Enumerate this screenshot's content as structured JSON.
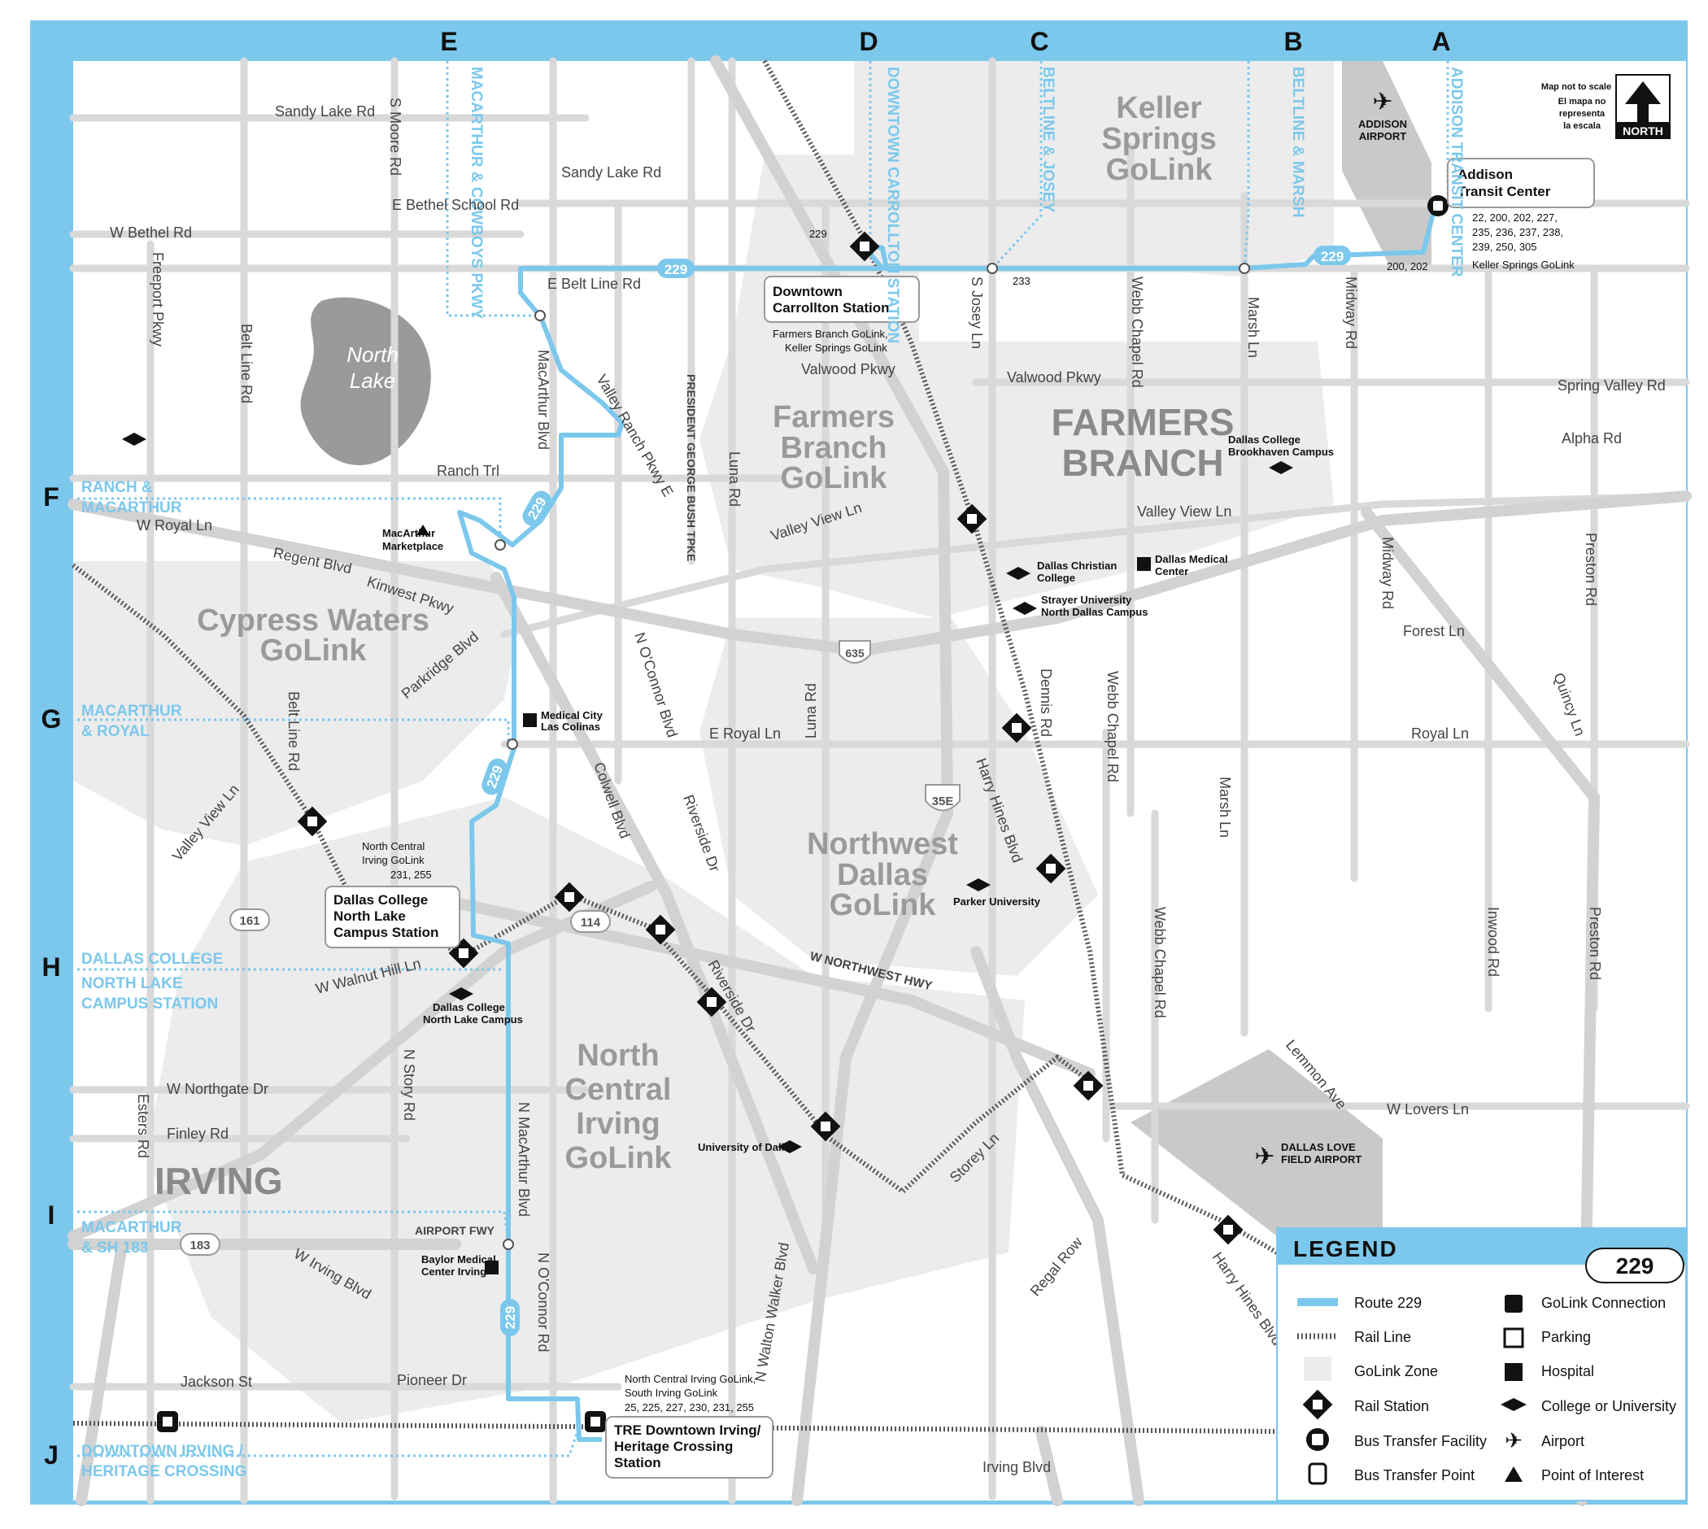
{
  "route": "229",
  "colors": {
    "route": "#7cc8ec",
    "frame": "#7cc8ec",
    "road": "#d9d9d9",
    "zone": "#ececec",
    "rail": "#555555",
    "water": "#999999"
  },
  "columns": [
    "E",
    "D",
    "C",
    "B",
    "A"
  ],
  "rows": [
    "F",
    "G",
    "H",
    "I",
    "J"
  ],
  "scale_note": [
    "Map not to scale",
    "El mapa no",
    "representa",
    "la escala"
  ],
  "north_label": "NORTH",
  "timepoints": {
    "e_top": "MACARTHUR & COWBOYS PKWY",
    "d_top": "DOWNTOWN CARROLLTON STATION",
    "c_top": "BELTLINE & JOSEY",
    "b_top": "BELTLINE & MARSH",
    "a_top": "ADDISON TRANSIT CENTER",
    "f_side": [
      "RANCH &",
      "MACARTHUR"
    ],
    "g_side": [
      "MACARTHUR",
      "& ROYAL"
    ],
    "h_side": [
      "DALLAS COLLEGE",
      "NORTH LAKE",
      "CAMPUS STATION"
    ],
    "i_side": [
      "MACARTHUR",
      "& SH 183"
    ],
    "j_side": [
      "DOWNTOWN IRVING /",
      "HERITAGE CROSSING"
    ]
  },
  "zones": {
    "keller": [
      "Keller",
      "Springs",
      "GoLink"
    ],
    "farmers": [
      "Farmers",
      "Branch",
      "GoLink"
    ],
    "cypress": [
      "Cypress Waters",
      "GoLink"
    ],
    "nwdallas": [
      "Northwest",
      "Dallas",
      "GoLink"
    ],
    "ncirving": [
      "North",
      "Central",
      "Irving",
      "GoLink"
    ]
  },
  "cities": {
    "farmers_branch": [
      "FARMERS",
      "BRANCH"
    ],
    "irving": "IRVING"
  },
  "lake": [
    "North",
    "Lake"
  ],
  "roads": {
    "sandy1": "Sandy Lake Rd",
    "smoore": "S Moore Rd",
    "sandy2": "Sandy Lake Rd",
    "bethel_school": "E Bethel School Rd",
    "wbethel": "W Bethel Rd",
    "freeport": "Freeport Pkwy",
    "beltline_v": "Belt Line Rd",
    "ebeltline": "E Belt Line Rd",
    "macarthur1": "MacArthur Blvd",
    "valleyranch": "Valley Ranch Pkwy E",
    "pgbt": "PRESIDENT GEORGE BUSH TPKE",
    "sjosey": "S Josey Ln",
    "webbchapel1": "Webb Chapel Rd",
    "marsh1": "Marsh Ln",
    "midway1": "Midway Rd",
    "valwood1": "Valwood Pkwy",
    "valwood2": "Valwood Pkwy",
    "springvalley": "Spring Valley Rd",
    "alpha": "Alpha Rd",
    "luna1": "Luna Rd",
    "ranchtrl": "Ranch Trl",
    "wroyal": "W Royal Ln",
    "valleyview1": "Valley View Ln",
    "valleyview2": "Valley View Ln",
    "regent": "Regent Blvd",
    "kinwest": "Kinwest Pkwy",
    "midway2": "Midway Rd",
    "preston1": "Preston Rd",
    "forest": "Forest Ln",
    "parkridge": "Parkridge Blvd",
    "noconnor1": "N O'Connor Blvd",
    "luna2": "Luna Rd",
    "dennis": "Dennis Rd",
    "webbchapel2": "Webb Chapel Rd",
    "quincy": "Quincy Ln",
    "beltline2": "Belt Line Rd",
    "eroyal": "E Royal Ln",
    "royal": "Royal Ln",
    "colwell": "Colwell Blvd",
    "riverside1": "Riverside Dr",
    "harryhines1": "Harry Hines Blvd",
    "marsh2": "Marsh Ln",
    "valleyview3": "Valley View Ln",
    "wnorthwest": "W NORTHWEST HWY",
    "webbchapel3": "Webb Chapel Rd",
    "inwood": "Inwood Rd",
    "preston2": "Preston Rd",
    "wwalnut": "W Walnut Hill Ln",
    "riverside2": "Riverside Dr",
    "nstory": "N Story Rd",
    "wnorthgate": "W Northgate Dr",
    "esters": "Esters Rd",
    "finley": "Finley Rd",
    "nmacarthur": "N MacArthur Blvd",
    "storey": "Storey Ln",
    "lemmon": "Lemmon Ave",
    "wlovers": "W Lovers Ln",
    "airportfwy": "AIRPORT FWY",
    "wirving": "W Irving Blvd",
    "noconnor2": "N O'Connor Rd",
    "nwaltonwalker": "N Walton Walker Blvd",
    "regal": "Regal Row",
    "harryhines2": "Harry Hines Blvd",
    "jackson": "Jackson St",
    "pioneer": "Pioneer Dr",
    "irvingblvd": "Irving Blvd"
  },
  "shields": {
    "i635": "635",
    "i35e": "35E",
    "sh161": "161",
    "sh114": "114",
    "sh183": "183"
  },
  "places": {
    "addison_airport": [
      "ADDISON",
      "AIRPORT"
    ],
    "macarthur_marketplace": [
      "MacArthur",
      "Marketplace"
    ],
    "medical_city": [
      "Medical City",
      "Las Colinas"
    ],
    "dc_brookhaven": [
      "Dallas College",
      "Brookhaven Campus"
    ],
    "dallas_christian": [
      "Dallas Christian",
      "College"
    ],
    "dallas_medical": [
      "Dallas Medical",
      "Center"
    ],
    "strayer": [
      "Strayer University",
      "North Dallas Campus"
    ],
    "parker": "Parker University",
    "dc_northlake": [
      "Dallas College",
      "North Lake Campus"
    ],
    "udallas": "University of Dallas",
    "love_field": [
      "DALLAS LOVE",
      "FIELD AIRPORT"
    ],
    "baylor": [
      "Baylor Medical",
      "Center Irving"
    ]
  },
  "stations": {
    "addison": {
      "name": [
        "Addison",
        "Transit Center"
      ],
      "routes": [
        "22, 200, 202, 227,",
        "235, 236, 237, 238,",
        "239, 250, 305"
      ],
      "golink": "Keller Springs GoLink",
      "nearby": "200, 202"
    },
    "carrollton": {
      "name": [
        "Downtown",
        "Carrollton Station"
      ],
      "bus": "229",
      "golink": [
        "Farmers Branch GoLink,",
        "Keller Springs GoLink"
      ]
    },
    "josey_bus": "233",
    "northlake": {
      "name": [
        "Dallas College",
        "North Lake",
        "Campus Station"
      ],
      "golink": [
        "North Central",
        "Irving GoLink"
      ],
      "routes": "231, 255"
    },
    "tre": {
      "name": [
        "TRE Downtown Irving/",
        "Heritage Crossing",
        "Station"
      ],
      "golink": [
        "North Central Irving GoLink,",
        "South Irving GoLink"
      ],
      "routes": "25, 225, 227, 230, 231, 255"
    }
  },
  "legend": {
    "title": "LEGEND",
    "route_badge": "229",
    "items_left": [
      "Route 229",
      "Rail Line",
      "GoLink Zone",
      "Rail Station",
      "Bus Transfer Facility",
      "Bus Transfer Point"
    ],
    "items_right": [
      "GoLink Connection",
      "Parking",
      "Hospital",
      "College or University",
      "Airport",
      "Point of Interest"
    ]
  }
}
